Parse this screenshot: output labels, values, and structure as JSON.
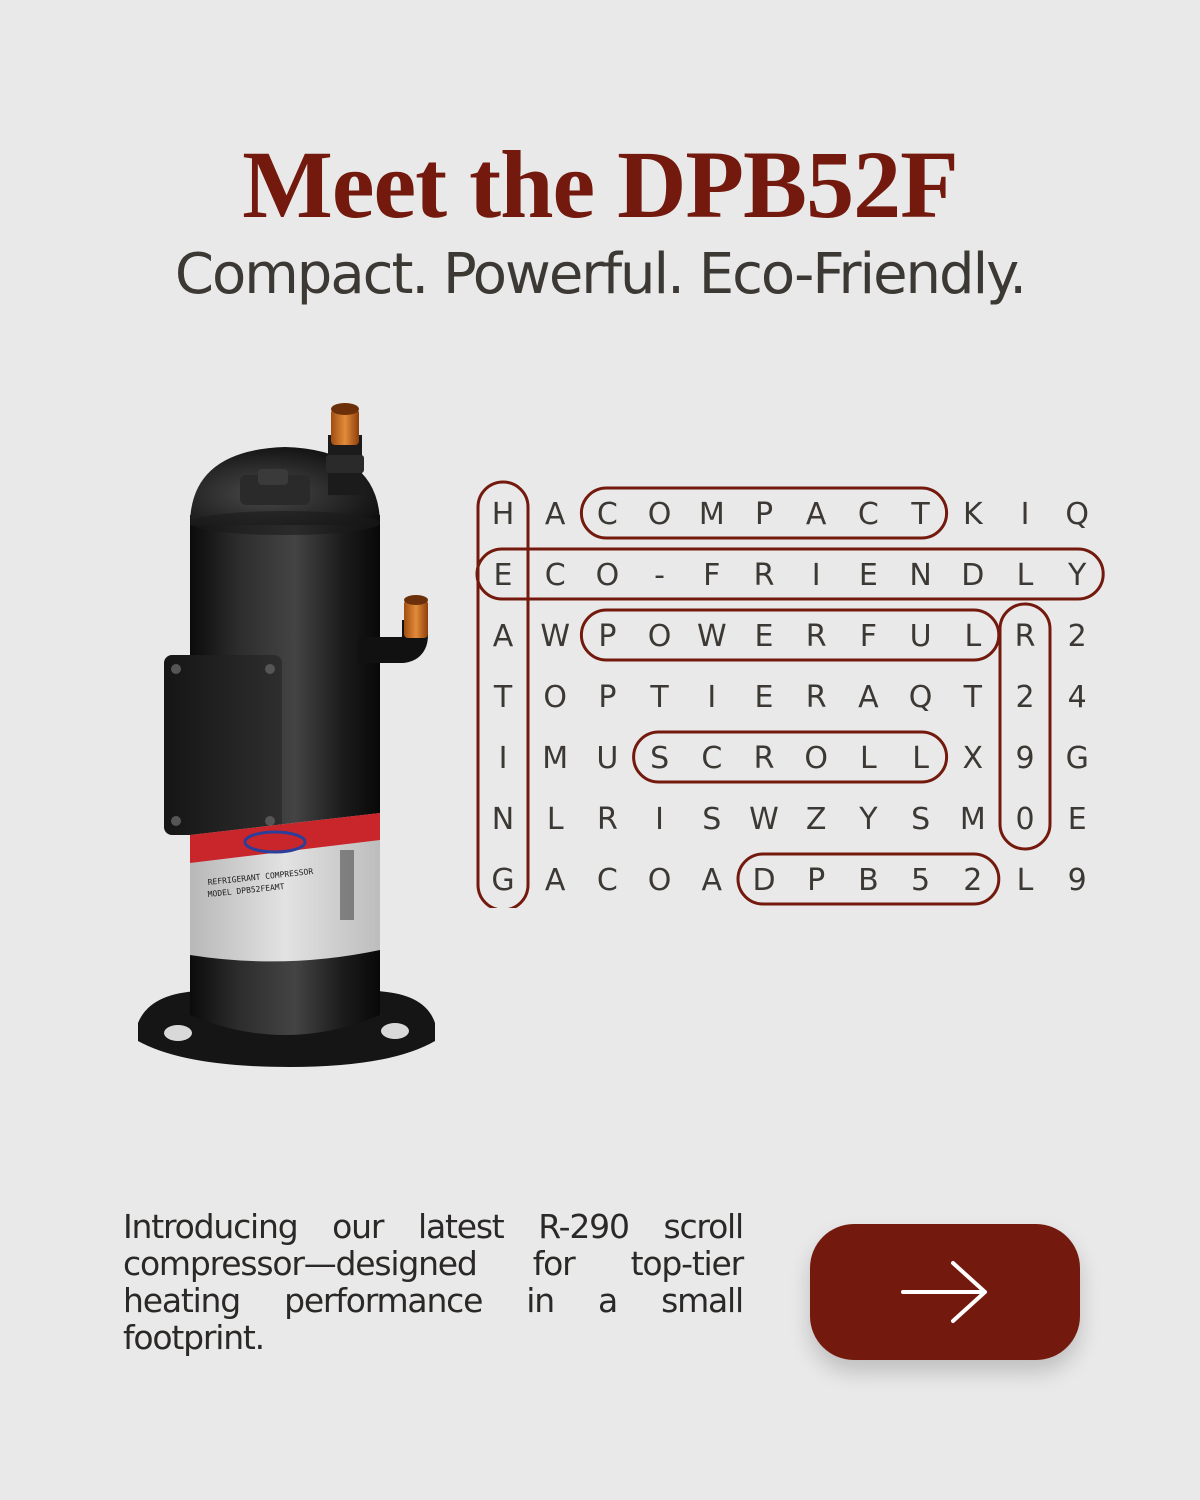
{
  "header": {
    "title": "Meet the DPB52F",
    "tagline": "Compact. Powerful. Eco-Friendly."
  },
  "product": {
    "label": {
      "line1": "REFRIGERANT COMPRESSOR",
      "line2": "MODEL DPB52FEAMT"
    }
  },
  "word_search": {
    "rows": [
      [
        "H",
        "A",
        "C",
        "O",
        "M",
        "P",
        "A",
        "C",
        "T",
        "K",
        "I",
        "Q"
      ],
      [
        "E",
        "C",
        "O",
        "-",
        "F",
        "R",
        "I",
        "E",
        "N",
        "D",
        "L",
        "Y"
      ],
      [
        "A",
        "W",
        "P",
        "O",
        "W",
        "E",
        "R",
        "F",
        "U",
        "L",
        "R",
        "2"
      ],
      [
        "T",
        "O",
        "P",
        "T",
        "I",
        "E",
        "R",
        "A",
        "Q",
        "T",
        "2",
        "4"
      ],
      [
        "I",
        "M",
        "U",
        "S",
        "C",
        "R",
        "O",
        "L",
        "L",
        "X",
        "9",
        "G"
      ],
      [
        "N",
        "L",
        "R",
        "I",
        "S",
        "W",
        "Z",
        "Y",
        "S",
        "M",
        "0",
        "E"
      ],
      [
        "G",
        "A",
        "C",
        "O",
        "A",
        "D",
        "P",
        "B",
        "5",
        "2",
        "L",
        "9"
      ]
    ],
    "highlighted_words": [
      {
        "word": "HEATING",
        "orientation": "vertical",
        "row": 0,
        "col": 0,
        "length": 7
      },
      {
        "word": "COMPACT",
        "orientation": "horizontal",
        "row": 0,
        "col": 2,
        "length": 7
      },
      {
        "word": "ECO-FRIENDLY",
        "orientation": "horizontal",
        "row": 1,
        "col": 0,
        "length": 12
      },
      {
        "word": "POWERFUL",
        "orientation": "horizontal",
        "row": 2,
        "col": 2,
        "length": 8
      },
      {
        "word": "R290",
        "orientation": "vertical",
        "row": 2,
        "col": 10,
        "length": 4
      },
      {
        "word": "SCROLL",
        "orientation": "horizontal",
        "row": 4,
        "col": 3,
        "length": 6
      },
      {
        "word": "DPB52",
        "orientation": "horizontal",
        "row": 6,
        "col": 5,
        "length": 5
      }
    ]
  },
  "description": "Introducing our latest R-290 scroll compressor—designed for top-tier heating performance in a small footprint.",
  "cta": {
    "icon": "arrow-right-icon"
  },
  "colors": {
    "background": "#e9e9e9",
    "accent": "#73190d",
    "text": "#3c3834"
  }
}
